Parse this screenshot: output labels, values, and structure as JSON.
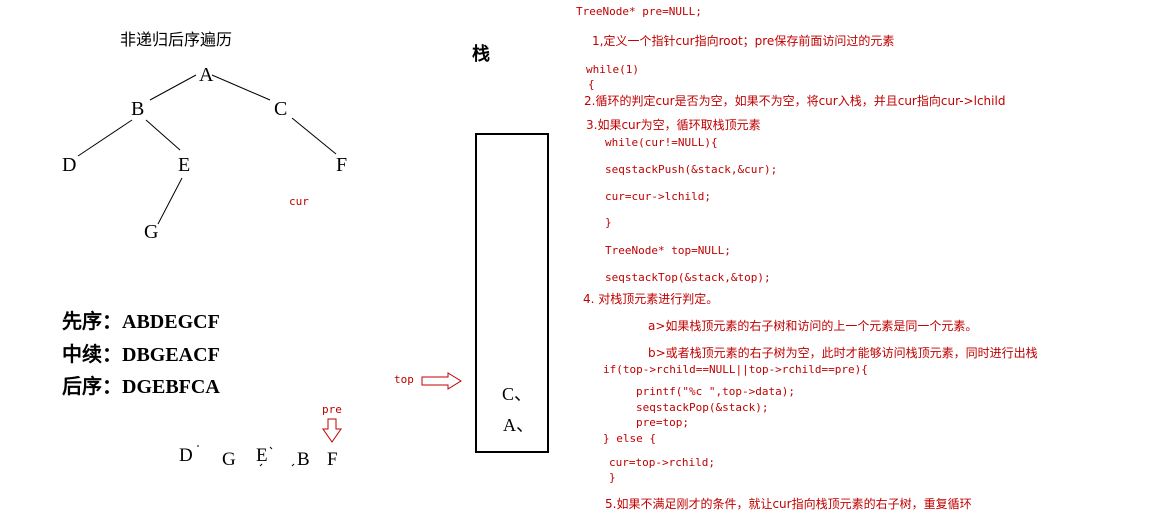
{
  "tree": {
    "title": "非递归后序遍历",
    "nodes": {
      "A": "A",
      "B": "B",
      "C": "C",
      "D": "D",
      "E": "E",
      "F": "F",
      "G": "G"
    },
    "cur_label": "cur"
  },
  "traversals": [
    {
      "label": "先序：",
      "value": "ABDEGCF"
    },
    {
      "label": "中续：",
      "value": "DBGEACF"
    },
    {
      "label": "后序：",
      "value": "DGEBFCA"
    }
  ],
  "output_sequence": [
    "D",
    "G",
    "E",
    "B",
    "F"
  ],
  "pre_label": "pre",
  "stack": {
    "title": "栈",
    "top_label": "top",
    "items": [
      "C、",
      "A、"
    ]
  },
  "code": [
    "TreeNode* pre=NULL;",
    "1,定义一个指针cur指向root；pre保存前面访问过的元素",
    "while(1)",
    "{",
    "2.循环的判定cur是否为空，如果不为空，将cur入栈，并且cur指向cur->lchild",
    "3.如果cur为空，循环取栈顶元素",
    "while(cur!=NULL){",
    "seqstackPush(&stack,&cur);",
    "cur=cur->lchild;",
    "}",
    "TreeNode* top=NULL;",
    "seqstackTop(&stack,&top);",
    "4. 对栈顶元素进行判定。",
    "a>如果栈顶元素的右子树和访问的上一个元素是同一个元素。",
    "b>或者栈顶元素的右子树为空，此时才能够访问栈顶元素，同时进行出栈",
    "if(top->rchild==NULL||top->rchild==pre){",
    "printf(\"%c \",top->data);",
    "seqstackPop(&stack);",
    "pre=top;",
    "} else {",
    "cur=top->rchild;",
    "}",
    "5.如果不满足刚才的条件，就让cur指向栈顶元素的右子树，重复循环"
  ]
}
